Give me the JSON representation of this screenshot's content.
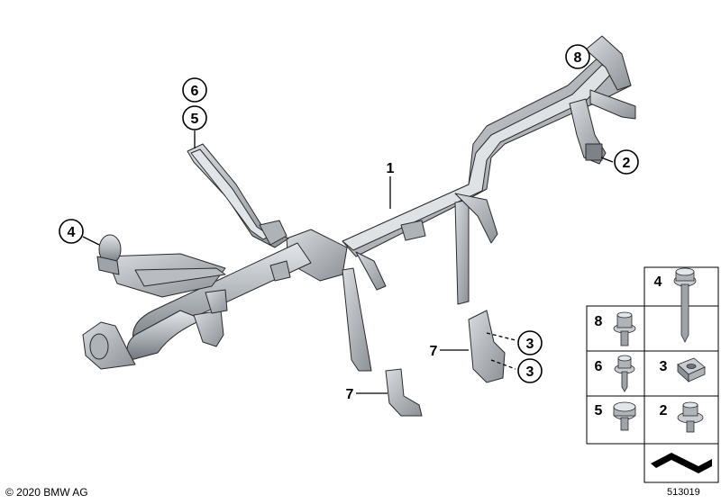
{
  "callouts": [
    {
      "id": "c8",
      "label": "8"
    },
    {
      "id": "c6",
      "label": "6"
    },
    {
      "id": "c5",
      "label": "5"
    },
    {
      "id": "c1",
      "label": "1"
    },
    {
      "id": "c2",
      "label": "2"
    },
    {
      "id": "c4",
      "label": "4"
    },
    {
      "id": "c3a",
      "label": "3"
    },
    {
      "id": "c3b",
      "label": "3"
    },
    {
      "id": "c7a",
      "label": "7"
    },
    {
      "id": "c7b",
      "label": "7"
    }
  ],
  "parts_grid": {
    "cells": [
      {
        "label": "4",
        "part": "long-bolt"
      },
      {
        "label": "8",
        "part": "flange-bolt"
      },
      {
        "label": "6",
        "part": "hex-bolt"
      },
      {
        "label": "3",
        "part": "cage-nut"
      },
      {
        "label": "5",
        "part": "collar-bolt"
      },
      {
        "label": "2",
        "part": "washer-bolt"
      }
    ],
    "legend_icon": "bracket-symbol-icon"
  },
  "footer": {
    "copyright": "© 2020 BMW AG",
    "diagram_number": "513019"
  },
  "colors": {
    "metal_light": "#c9cdd2",
    "metal_mid": "#9ea3a9",
    "metal_dark": "#5f646a",
    "outline": "#2b2b2b"
  }
}
